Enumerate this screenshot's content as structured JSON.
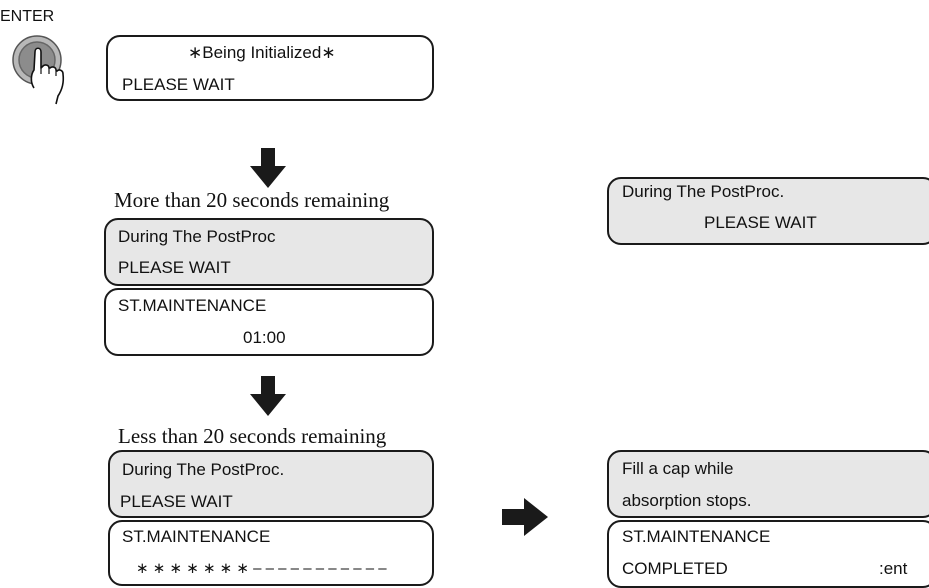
{
  "enter": {
    "label": "ENTER"
  },
  "panel_initializing": {
    "line1": "∗Being Initialized∗",
    "line2": "PLEASE WAIT"
  },
  "caption_more": "More than 20 seconds remaining",
  "panel_more_top": {
    "line1": "During The PostProc",
    "line2": "PLEASE WAIT"
  },
  "panel_more_bottom": {
    "line1": "ST.MAINTENANCE",
    "line2": "01:00"
  },
  "caption_less": "Less than 20 seconds remaining",
  "panel_less_top": {
    "line1": "During The PostProc.",
    "line2": "PLEASE WAIT"
  },
  "panel_less_bottom": {
    "line1": "ST.MAINTENANCE",
    "line2": "∗ ∗ ∗ ∗ ∗ ∗ ∗ – – – – – – – – – – –"
  },
  "panel_right_top": {
    "line1": "During The PostProc.",
    "line2": "PLEASE WAIT"
  },
  "panel_right_fill": {
    "line1": "Fill a cap while",
    "line2": "absorption stops."
  },
  "panel_right_completed": {
    "line1": "ST.MAINTENANCE",
    "line2": "COMPLETED",
    "line2_right": ":ent"
  },
  "colors": {
    "panel_fill_shaded": "#e7e7e7",
    "panel_border": "#1a1a1a",
    "arrow": "#1a1a1a",
    "enter_button": "#8c8c8c"
  },
  "icons": [
    "enter-button-icon",
    "pointing-hand-icon",
    "down-arrow-icon",
    "right-arrow-icon"
  ]
}
